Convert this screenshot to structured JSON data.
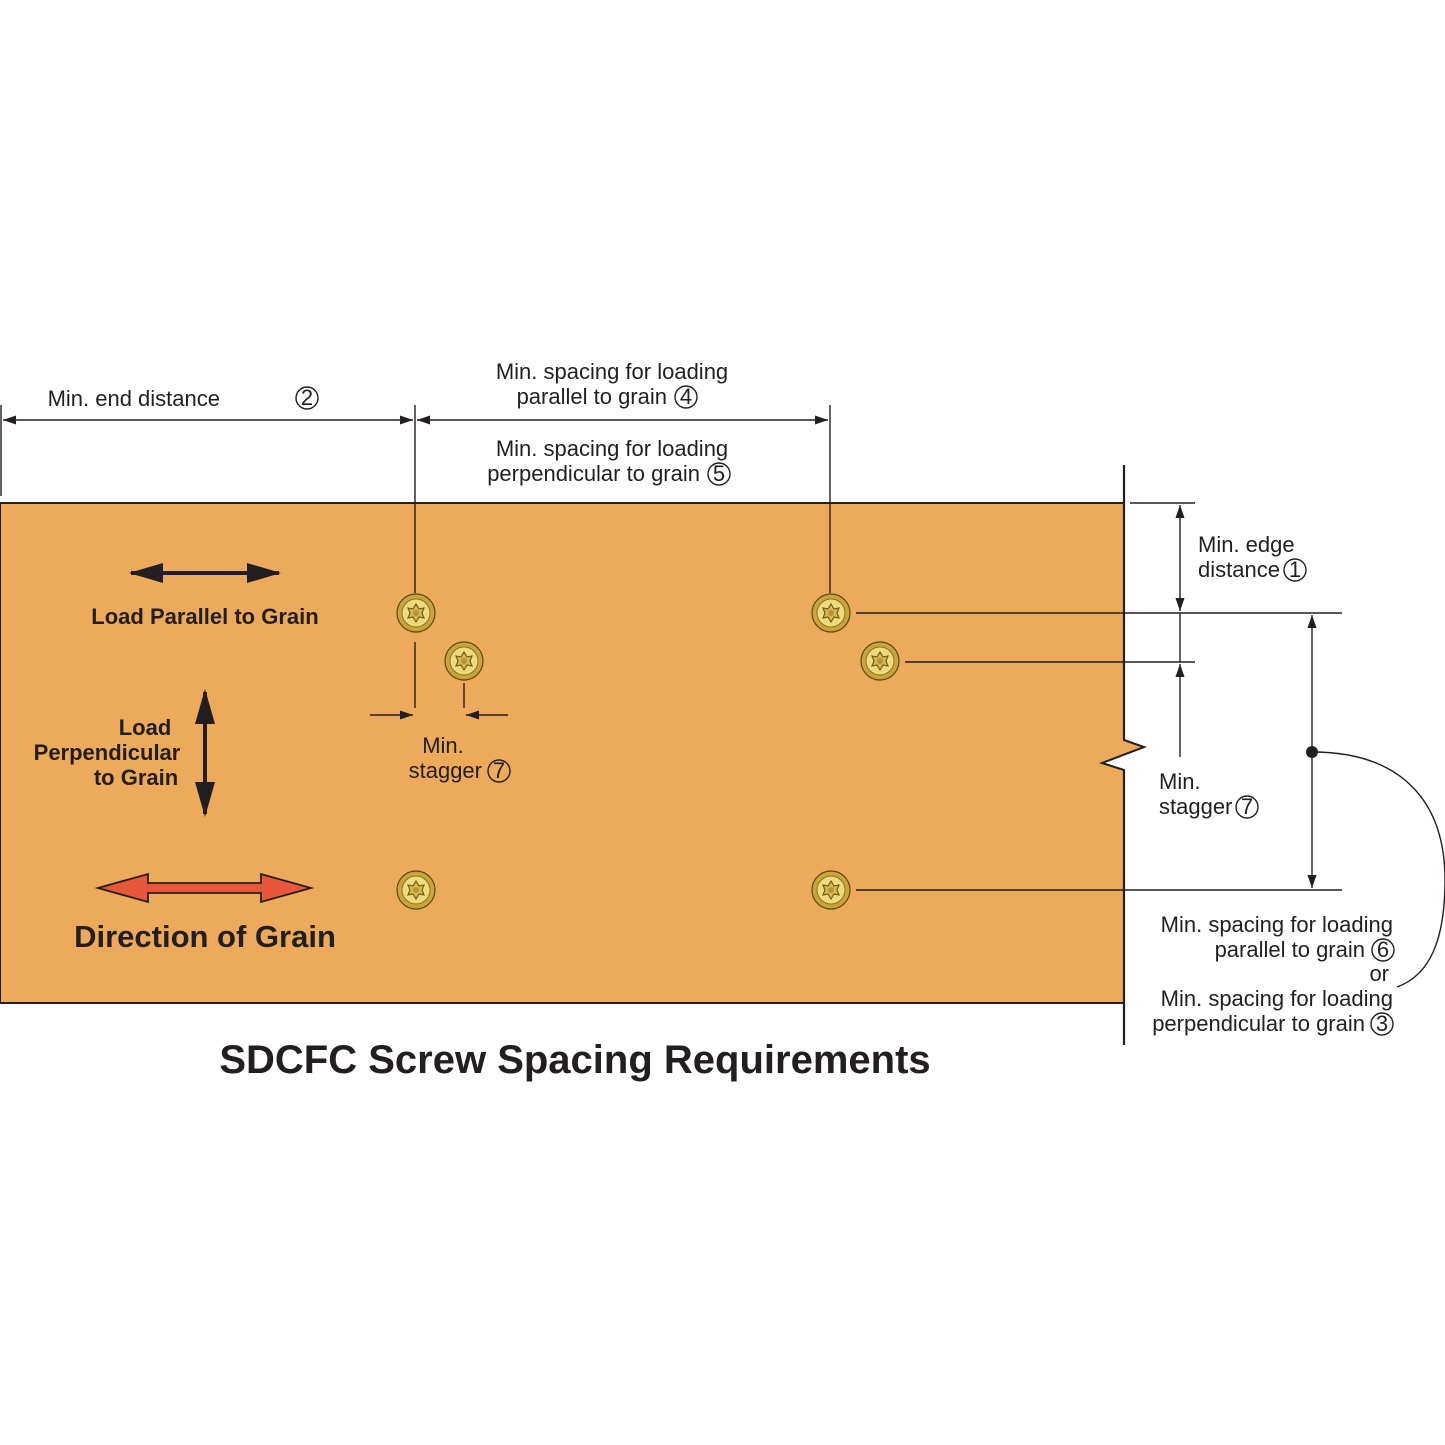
{
  "title": "SDCFC Screw Spacing Requirements",
  "colors": {
    "wood": "#EDA95C",
    "wood_edge": "#231f20",
    "grain_arrow": "#E9573A",
    "screw_outer": "#C9A53A",
    "screw_inner": "#F0DA7E",
    "ink": "#231f20"
  },
  "legend": {
    "load_parallel": "Load Parallel to Grain",
    "load_perpendicular": [
      "Load",
      "Perpendicular",
      "to Grain"
    ],
    "direction_of_grain": "Direction of Grain"
  },
  "dimensions": {
    "end_distance": {
      "text": "Min. end distance",
      "ref": "2"
    },
    "spacing_parallel_top": {
      "lines": [
        "Min. spacing for loading",
        "parallel to grain"
      ],
      "ref": "4"
    },
    "spacing_perpendicular_top": {
      "lines": [
        "Min. spacing for loading",
        "perpendicular to grain"
      ],
      "ref": "5"
    },
    "edge_distance": {
      "lines": [
        "Min. edge",
        "distance"
      ],
      "ref": "1"
    },
    "stagger_left": {
      "lines": [
        "Min.",
        "stagger"
      ],
      "ref": "7"
    },
    "stagger_right": {
      "lines": [
        "Min.",
        "stagger"
      ],
      "ref": "7"
    },
    "spacing_right": {
      "line1": "Min. spacing for loading",
      "line2": "parallel to grain",
      "ref_a": "6",
      "or": "or",
      "line3": "Min. spacing for loading",
      "line4": "perpendicular to grain",
      "ref_b": "3"
    }
  },
  "screws": [
    {
      "id": "screw-top-left"
    },
    {
      "id": "screw-stagger-left"
    },
    {
      "id": "screw-top-right"
    },
    {
      "id": "screw-stagger-right"
    },
    {
      "id": "screw-bottom-left"
    },
    {
      "id": "screw-bottom-right"
    }
  ]
}
